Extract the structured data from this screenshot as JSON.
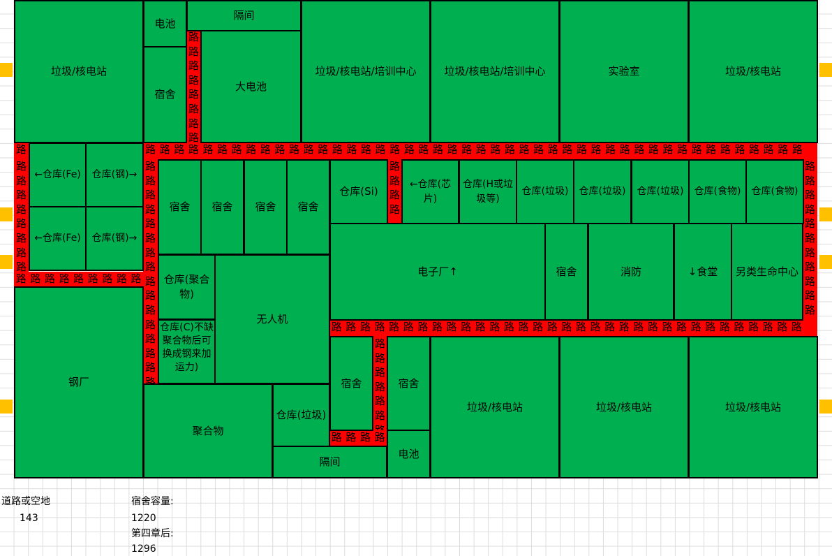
{
  "road_char": "路",
  "colors": {
    "building": "#00b050",
    "road": "#ff0000",
    "marker": "#ffc000",
    "grid": "#dcdcdc"
  },
  "buildings": [
    {
      "id": "b1",
      "label": "垃圾/核电站"
    },
    {
      "id": "b2",
      "label": "电池"
    },
    {
      "id": "b3",
      "label": "宿舍"
    },
    {
      "id": "b4",
      "label": "隔间"
    },
    {
      "id": "b5",
      "label": "大电池"
    },
    {
      "id": "b6",
      "label": "垃圾/核电站/培训中心"
    },
    {
      "id": "b7",
      "label": "垃圾/核电站/培训中心"
    },
    {
      "id": "b8",
      "label": "实验室"
    },
    {
      "id": "b9",
      "label": "垃圾/核电站"
    },
    {
      "id": "b10",
      "label": "←仓库(Fe)"
    },
    {
      "id": "b11",
      "label": "仓库(钢)→"
    },
    {
      "id": "b12",
      "label": "←仓库(Fe)"
    },
    {
      "id": "b13",
      "label": "仓库(钢)→"
    },
    {
      "id": "b14",
      "label": "宿舍"
    },
    {
      "id": "b15",
      "label": "宿舍"
    },
    {
      "id": "b16",
      "label": "宿舍"
    },
    {
      "id": "b17",
      "label": "宿舍"
    },
    {
      "id": "b18",
      "label": "仓库(Si)"
    },
    {
      "id": "b19",
      "label": "←仓库(芯片)"
    },
    {
      "id": "b20",
      "label": "仓库(H或垃圾等)"
    },
    {
      "id": "b21",
      "label": "仓库(垃圾)"
    },
    {
      "id": "b22",
      "label": "仓库(垃圾)"
    },
    {
      "id": "b23",
      "label": "仓库(垃圾)"
    },
    {
      "id": "b24",
      "label": "仓库(食物)"
    },
    {
      "id": "b25",
      "label": "仓库(食物)"
    },
    {
      "id": "b26",
      "label": "仓库(聚合物)"
    },
    {
      "id": "b27",
      "label": "仓库(C)不缺聚合物后可换成钢来加运力)"
    },
    {
      "id": "b28",
      "label": "无人机"
    },
    {
      "id": "b29",
      "label": "电子厂↑"
    },
    {
      "id": "b30",
      "label": "宿舍"
    },
    {
      "id": "b31",
      "label": "消防"
    },
    {
      "id": "b32",
      "label": "↓食堂"
    },
    {
      "id": "b33",
      "label": "另类生命中心"
    },
    {
      "id": "b34",
      "label": "钢厂"
    },
    {
      "id": "b35",
      "label": "宿舍"
    },
    {
      "id": "b36",
      "label": "宿舍"
    },
    {
      "id": "b37",
      "label": "垃圾/核电站"
    },
    {
      "id": "b38",
      "label": "垃圾/核电站"
    },
    {
      "id": "b39",
      "label": "垃圾/核电站"
    },
    {
      "id": "b40",
      "label": "聚合物"
    },
    {
      "id": "b41",
      "label": "仓库(垃圾)"
    },
    {
      "id": "b42",
      "label": "隔间"
    },
    {
      "id": "b43",
      "label": "电池"
    }
  ],
  "notes": {
    "road_label": "道路或空地",
    "road_count": "143",
    "dorm_label": "宿舍容量:",
    "dorm_value": "1220",
    "ch4_label": "第四章后:",
    "ch4_value": "1296"
  }
}
